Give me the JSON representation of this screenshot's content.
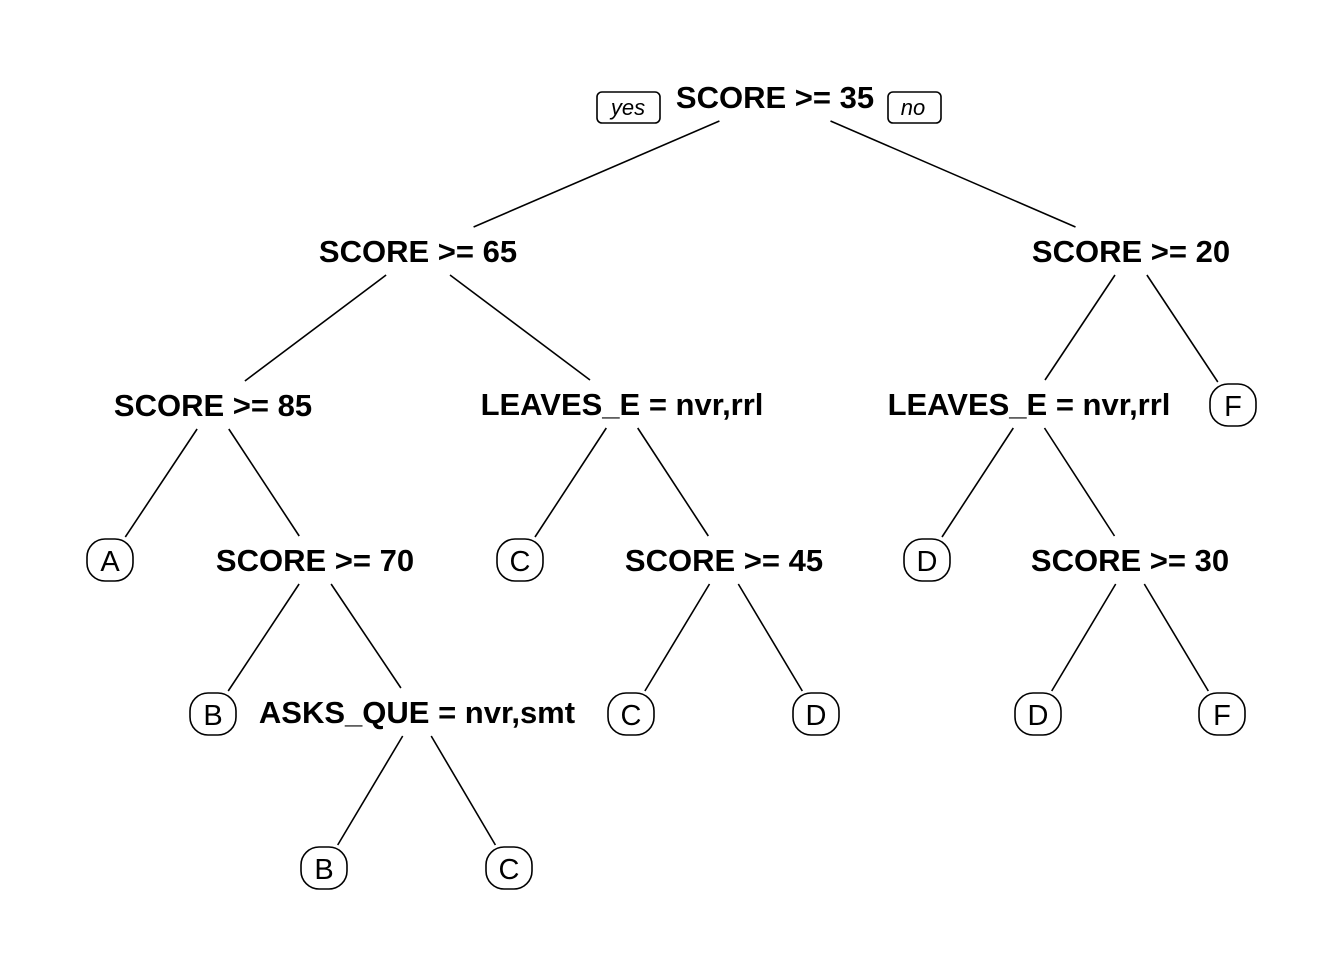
{
  "tree": {
    "branch_labels": {
      "left": "yes",
      "right": "no"
    },
    "splits": [
      {
        "id": "n1",
        "label": "SCORE >= 35"
      },
      {
        "id": "n2",
        "label": "SCORE >= 65"
      },
      {
        "id": "n3",
        "label": "SCORE >= 20"
      },
      {
        "id": "n4",
        "label": "SCORE >= 85"
      },
      {
        "id": "n5",
        "label": "LEAVES_E = nvr,rrl"
      },
      {
        "id": "n6",
        "label": "LEAVES_E = nvr,rrl"
      },
      {
        "id": "n9",
        "label": "SCORE >= 70"
      },
      {
        "id": "n11",
        "label": "SCORE >= 45"
      },
      {
        "id": "n13",
        "label": "SCORE >= 30"
      },
      {
        "id": "n18",
        "label": "ASKS_QUE = nvr,smt"
      }
    ],
    "leaves": [
      {
        "id": "l8",
        "label": "A"
      },
      {
        "id": "l10",
        "label": "C"
      },
      {
        "id": "l12",
        "label": "D"
      },
      {
        "id": "l7",
        "label": "F"
      },
      {
        "id": "l19",
        "label": "B"
      },
      {
        "id": "l22",
        "label": "C"
      },
      {
        "id": "l23",
        "label": "D"
      },
      {
        "id": "l26",
        "label": "D"
      },
      {
        "id": "l27",
        "label": "F"
      },
      {
        "id": "l36",
        "label": "B"
      },
      {
        "id": "l37",
        "label": "C"
      }
    ],
    "edges": [
      [
        "n1",
        "n2"
      ],
      [
        "n1",
        "n3"
      ],
      [
        "n2",
        "n4"
      ],
      [
        "n2",
        "n5"
      ],
      [
        "n3",
        "n6"
      ],
      [
        "n3",
        "l7"
      ],
      [
        "n4",
        "l8"
      ],
      [
        "n4",
        "n9"
      ],
      [
        "n5",
        "l10"
      ],
      [
        "n5",
        "n11"
      ],
      [
        "n6",
        "l12"
      ],
      [
        "n6",
        "n13"
      ],
      [
        "n9",
        "l19"
      ],
      [
        "n9",
        "n18"
      ],
      [
        "n11",
        "l22"
      ],
      [
        "n11",
        "l23"
      ],
      [
        "n13",
        "l26"
      ],
      [
        "n13",
        "l27"
      ],
      [
        "n18",
        "l36"
      ],
      [
        "n18",
        "l37"
      ]
    ]
  }
}
